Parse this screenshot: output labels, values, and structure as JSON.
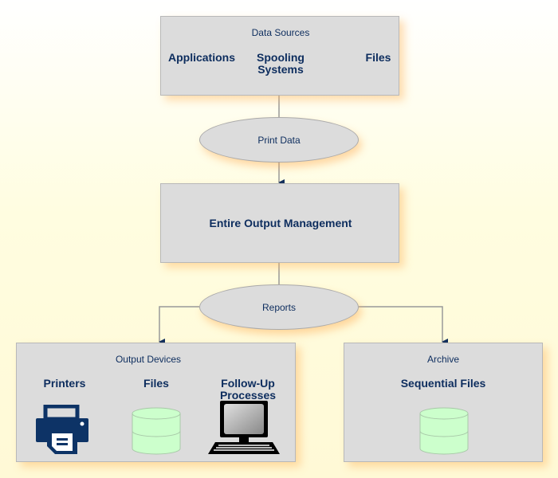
{
  "data_sources": {
    "title": "Data Sources",
    "items": [
      "Applications",
      "Spooling Systems",
      "Files"
    ]
  },
  "print_data": {
    "label": "Print Data"
  },
  "eom": {
    "label": "Entire Output Management"
  },
  "reports": {
    "label": "Reports"
  },
  "output_devices": {
    "title": "Output Devices",
    "items": [
      {
        "label": "Printers",
        "icon": "printer-icon"
      },
      {
        "label": "Files",
        "icon": "database-icon"
      },
      {
        "label": "Follow-Up Processes",
        "icon": "computer-terminal-icon"
      }
    ]
  },
  "archive": {
    "title": "Archive",
    "items": [
      {
        "label": "Sequential Files",
        "icon": "database-icon"
      }
    ]
  },
  "colors": {
    "text": "#0d2d5e",
    "box": "#dcdcdc",
    "connector": "#999999",
    "arrow": "#0d2d5e",
    "cylinder": "#ccffcc"
  }
}
